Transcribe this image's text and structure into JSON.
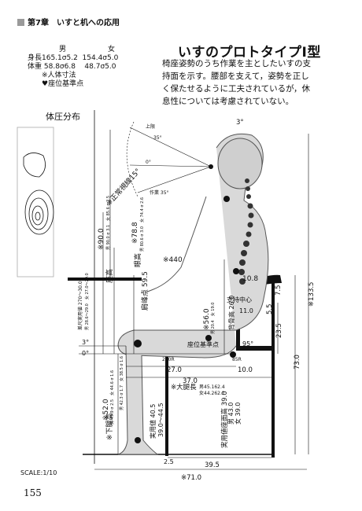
{
  "header": {
    "chapter": "第7章　いすと机への応用"
  },
  "title": "いすのプロトタイプⅠ型",
  "description": "椅座姿勢のうち作業を主としたいすの支持面を示す。腰部を支えて，姿勢を正しく保たせるように工夫されているが，休息性については考慮されていない。",
  "dims": {
    "male_label": "男",
    "female_label": "女",
    "height_label": "身長",
    "height_male": "165.1σ5.2",
    "height_female": "154.4σ5.0",
    "weight_label": "体重",
    "weight_male": "58.8σ6.8",
    "weight_female": "48.7σ5.0",
    "note1": "※人体寸法",
    "note2": "座位基準点"
  },
  "pressure_title": "体圧分布",
  "labels": {
    "line_of_sight": "※正常視線15°",
    "eye_height": "※78.8",
    "eye_height_sub": "男 80.6 σ 3.0　女 74.4 σ 2.6",
    "sitting_height": "※90.0",
    "sitting_height_sub": "男 90.0 σ 3.1　女 85.6 σ 2.5",
    "seat_height_label": "座高",
    "eye_label": "眼高",
    "shoulder": "肩峰点 59.5",
    "elbow_reach": "※440",
    "backrest_top": "10.8",
    "support_center": "支持中心",
    "val_110": "11.0",
    "val_75": "7.5",
    "val_55": "5.5",
    "val_235": "23.5",
    "thigh_th": "※56.0",
    "thigh_sub": "男 20.4　女 19.0",
    "sitting_elbow": "背骨高 26.0",
    "leg_clear": "座位基準点",
    "angle_95": "95°",
    "angle_3": "3°",
    "angle_0": "0°",
    "top_angle": "3°",
    "val_260R": "260R",
    "val_85R": "85R",
    "val_270": "27.0",
    "val_100": "10.0",
    "val_370": "37.0",
    "knee_height": "※52.0",
    "knee_sub": "男 49.9 σ 2.5　女 44.6 σ 1.6",
    "lower_leg": "※下腿高",
    "lower_leg_sub": "男 42.3 σ 1.7　女 38.5 σ 1.6",
    "practical": "実用値 40.5",
    "practical_range": "39.0〜44.5",
    "thigh_len": "※大腿長",
    "thigh_len_m": "男45.162.4",
    "thigh_len_f": "女44.262.1",
    "seat_depth": "実用値座面高 39.0",
    "seat_m": "男 43.0",
    "seat_f": "女 39.0",
    "total_height": "※133.5",
    "val_730": "73.0",
    "val_25": "2.5",
    "val_395": "39.5",
    "val_710": "※71.0",
    "desk_label": "差尺実用値 270〜30.0",
    "desk_sub": "男 28.6〜29.0　女 27.0〜29.0",
    "upper": "上限",
    "deg35": "35°",
    "deg0": "0°",
    "work": "作業 35°"
  },
  "scale": "SCALE:1/10",
  "page_number": "155"
}
